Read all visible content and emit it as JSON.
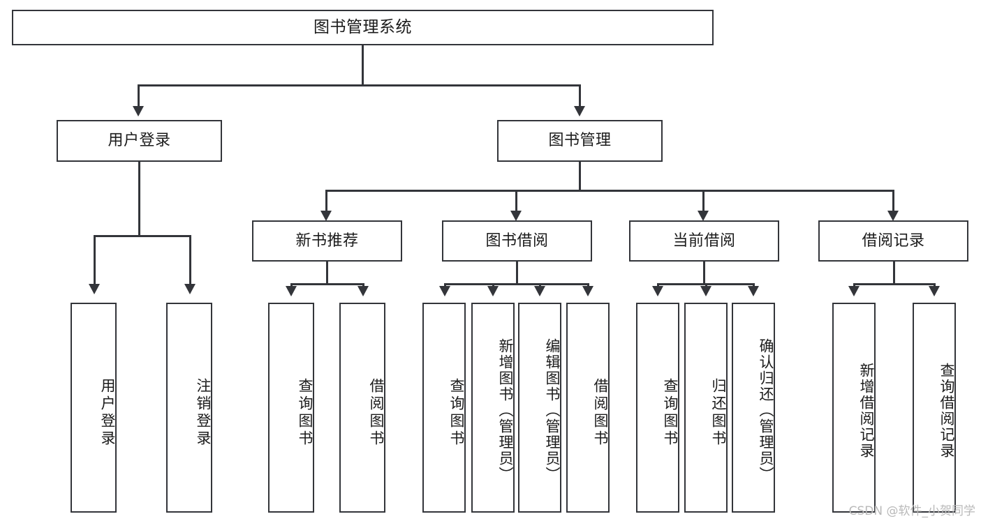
{
  "diagram": {
    "title": "图书管理系统",
    "type": "功能结构图",
    "root": {
      "id": "root",
      "label": "图书管理系统"
    },
    "level1": [
      {
        "id": "user-login",
        "label": "用户登录"
      },
      {
        "id": "book-manage",
        "label": "图书管理"
      }
    ],
    "level2": [
      {
        "id": "new-book-recommend",
        "label": "新书推荐",
        "parent": "book-manage"
      },
      {
        "id": "book-borrow",
        "label": "图书借阅",
        "parent": "book-manage"
      },
      {
        "id": "current-borrow",
        "label": "当前借阅",
        "parent": "book-manage"
      },
      {
        "id": "borrow-record",
        "label": "借阅记录",
        "parent": "book-manage"
      }
    ],
    "leaves": {
      "user_login": [
        {
          "id": "leaf-user-login",
          "label": "用户登录"
        },
        {
          "id": "leaf-user-logout",
          "label": "注销登录"
        }
      ],
      "new_book_recommend": [
        {
          "id": "leaf-query-book-1",
          "label": "查询图书"
        },
        {
          "id": "leaf-borrow-book-1",
          "label": "借阅图书"
        }
      ],
      "book_borrow": [
        {
          "id": "leaf-query-book-2",
          "label": "查询图书"
        },
        {
          "id": "leaf-add-book",
          "label": "新增图书（管理员）"
        },
        {
          "id": "leaf-edit-book",
          "label": "编辑图书（管理员）"
        },
        {
          "id": "leaf-borrow-book-2",
          "label": "借阅图书"
        }
      ],
      "current_borrow": [
        {
          "id": "leaf-query-book-3",
          "label": "查询图书"
        },
        {
          "id": "leaf-return-book",
          "label": "归还图书"
        },
        {
          "id": "leaf-confirm-return",
          "label": "确认归还（管理员）"
        }
      ],
      "borrow_record": [
        {
          "id": "leaf-add-record",
          "label": "新增借阅记录"
        },
        {
          "id": "leaf-query-record",
          "label": "查询借阅记录"
        }
      ]
    }
  },
  "watermark": {
    "text": "CSDN @软件_小贺同学"
  },
  "colors": {
    "stroke": "#33353a",
    "background": "#ffffff",
    "text": "#1b1b1b",
    "watermark": "#b9b9b9"
  }
}
